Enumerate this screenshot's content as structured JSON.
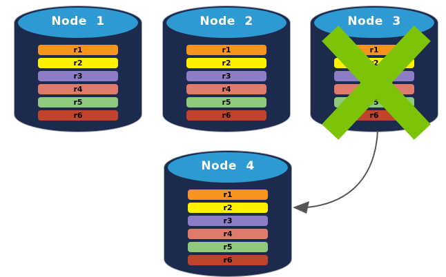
{
  "palette": {
    "cylinder_body": "#1C2B4D",
    "cylinder_top": "#2E9AD2",
    "cylinder_outline": "#A9AEB8",
    "title_text": "#FFFFFF",
    "row_text": "#000000",
    "failure_x": "#7DC409",
    "arrow": "#555555"
  },
  "nodes": [
    {
      "label": "Node 1",
      "failed": false,
      "rows": [
        {
          "label": "r1",
          "color": "#F7941E"
        },
        {
          "label": "r2",
          "color": "#FFF100"
        },
        {
          "label": "r3",
          "color": "#8D7CC6"
        },
        {
          "label": "r4",
          "color": "#E07B6B"
        },
        {
          "label": "r5",
          "color": "#8FC97E"
        },
        {
          "label": "r6",
          "color": "#C0432B"
        }
      ]
    },
    {
      "label": "Node 2",
      "failed": false,
      "rows": [
        {
          "label": "r1",
          "color": "#F7941E"
        },
        {
          "label": "r2",
          "color": "#FFF100"
        },
        {
          "label": "r3",
          "color": "#8D7CC6"
        },
        {
          "label": "r4",
          "color": "#E07B6B"
        },
        {
          "label": "r5",
          "color": "#8FC97E"
        },
        {
          "label": "r6",
          "color": "#C0432B"
        }
      ]
    },
    {
      "label": "Node 3",
      "failed": true,
      "rows": [
        {
          "label": "r1",
          "color": "#F7941E"
        },
        {
          "label": "r2",
          "color": "#FFF100"
        },
        {
          "label": "r3",
          "color": "#8D7CC6"
        },
        {
          "label": "r4",
          "color": "#E07B6B"
        },
        {
          "label": "r5",
          "color": "#8FC97E"
        },
        {
          "label": "r6",
          "color": "#C0432B"
        }
      ]
    },
    {
      "label": "Node 4",
      "failed": false,
      "rows": [
        {
          "label": "r1",
          "color": "#F7941E"
        },
        {
          "label": "r2",
          "color": "#FFF100"
        },
        {
          "label": "r3",
          "color": "#8D7CC6"
        },
        {
          "label": "r4",
          "color": "#E07B6B"
        },
        {
          "label": "r5",
          "color": "#8FC97E"
        },
        {
          "label": "r6",
          "color": "#C0432B"
        }
      ]
    }
  ],
  "arrow": {
    "from": "Node 3",
    "to": "Node 4"
  }
}
